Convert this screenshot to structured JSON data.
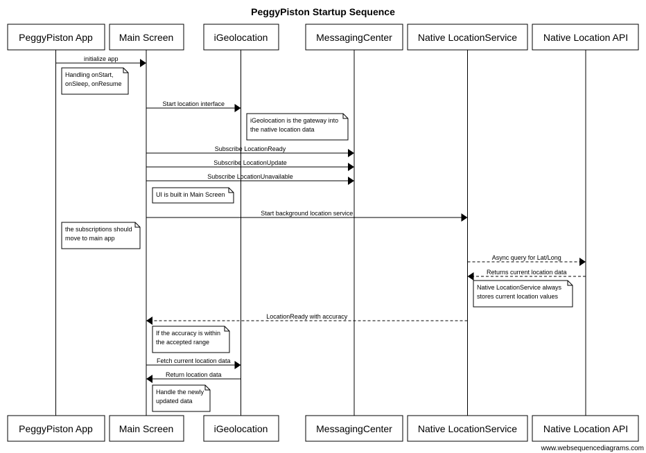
{
  "title": "PeggyPiston Startup Sequence",
  "footer": "www.websequencediagrams.com",
  "actors": [
    {
      "id": "app",
      "label": "PeggyPiston App"
    },
    {
      "id": "main",
      "label": "Main Screen"
    },
    {
      "id": "geo",
      "label": "iGeolocation"
    },
    {
      "id": "msg",
      "label": "MessagingCenter"
    },
    {
      "id": "svc",
      "label": "Native LocationService"
    },
    {
      "id": "api",
      "label": "Native Location API"
    }
  ],
  "messages": [
    {
      "from": "app",
      "to": "main",
      "label": "initialize app",
      "style": "solid"
    },
    {
      "from": "main",
      "to": "geo",
      "label": "Start location interface",
      "style": "solid"
    },
    {
      "from": "main",
      "to": "msg",
      "label": "Subscribe LocationReady",
      "style": "solid"
    },
    {
      "from": "main",
      "to": "msg",
      "label": "Subscribe LocationUpdate",
      "style": "solid"
    },
    {
      "from": "main",
      "to": "msg",
      "label": "Subscribe LocationUnavailable",
      "style": "solid"
    },
    {
      "from": "main",
      "to": "svc",
      "label": "Start background location service",
      "style": "solid"
    },
    {
      "from": "svc",
      "to": "api",
      "label": "Async query for Lat/Long",
      "style": "dashed"
    },
    {
      "from": "api",
      "to": "svc",
      "label": "Returns current location data",
      "style": "dashed"
    },
    {
      "from": "svc",
      "to": "main",
      "label": "LocationReady with accuracy",
      "style": "dashed"
    },
    {
      "from": "main",
      "to": "geo",
      "label": "Fetch current location data",
      "style": "solid"
    },
    {
      "from": "geo",
      "to": "main",
      "label": "Return location data",
      "style": "solid"
    }
  ],
  "notes": [
    {
      "lines": [
        "Handling onStart,",
        "onSleep, onResume"
      ]
    },
    {
      "lines": [
        "iGeolocation is the gateway into",
        "the native location data"
      ]
    },
    {
      "lines": [
        "UI is built in Main Screen"
      ]
    },
    {
      "lines": [
        "the subscriptions should",
        "move to main app"
      ]
    },
    {
      "lines": [
        "Native LocationService always",
        "stores current location values"
      ]
    },
    {
      "lines": [
        "If the accuracy is within",
        "the accepted range"
      ]
    },
    {
      "lines": [
        "Handle the newly",
        "updated data"
      ]
    }
  ]
}
